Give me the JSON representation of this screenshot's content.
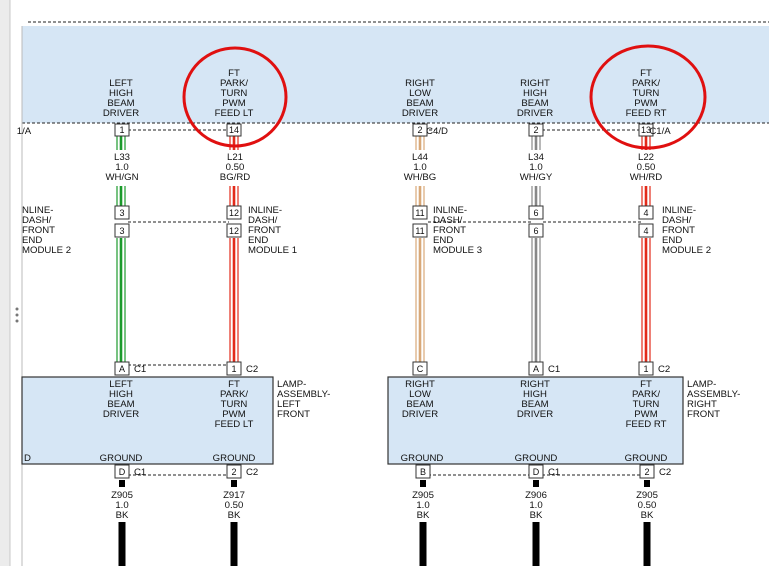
{
  "header_labels": {
    "left_high_beam_driver": [
      "LEFT",
      "HIGH",
      "BEAM",
      "DRIVER"
    ],
    "ft_park_turn_pwm_feed_lt": [
      "FT",
      "PARK/",
      "TURN",
      "PWM",
      "FEED LT"
    ],
    "right_low_beam_driver": [
      "RIGHT",
      "LOW",
      "BEAM",
      "DRIVER"
    ],
    "right_high_beam_driver": [
      "RIGHT",
      "HIGH",
      "BEAM",
      "DRIVER"
    ],
    "ft_park_turn_pwm_feed_rt": [
      "FT",
      "PARK/",
      "TURN",
      "PWM",
      "FEED RT"
    ]
  },
  "top_connectors": {
    "c1a_left": "1/A",
    "c4d": "C4/D",
    "c1a_right": "C1/A"
  },
  "top_pins": [
    "1",
    "14",
    "2",
    "2",
    "13"
  ],
  "wires_top": {
    "l33": [
      "L33",
      "1.0",
      "WH/GN"
    ],
    "l21": [
      "L21",
      "0.50",
      "BG/RD"
    ],
    "l44": [
      "L44",
      "1.0",
      "WH/BG"
    ],
    "l34": [
      "L34",
      "1.0",
      "WH/GY"
    ],
    "l22": [
      "L22",
      "0.50",
      "WH/RD"
    ]
  },
  "inline_pins": {
    "upper": [
      "3",
      "12",
      "11",
      "6",
      "4"
    ],
    "lower": [
      "3",
      "12",
      "11",
      "6",
      "4"
    ]
  },
  "inline_labels": {
    "left_cut": [
      "NLINE-",
      "DASH/",
      "FRONT",
      "END",
      "MODULE 2"
    ],
    "module1": [
      "INLINE-",
      "DASH/",
      "FRONT",
      "END",
      "MODULE 1"
    ],
    "module3": [
      "INLINE-",
      "DASH/",
      "FRONT",
      "END",
      "MODULE 3"
    ],
    "module2": [
      "INLINE-",
      "DASH/",
      "FRONT",
      "END",
      "MODULE 2"
    ]
  },
  "lamp_top_pins": [
    {
      "pin": "A",
      "conn": "C1"
    },
    {
      "pin": "1",
      "conn": "C2"
    },
    {
      "pin": "C",
      "conn": ""
    },
    {
      "pin": "A",
      "conn": "C1"
    },
    {
      "pin": "1",
      "conn": "C2"
    }
  ],
  "lamp_left": {
    "title": [
      "LAMP-",
      "ASSEMBLY-",
      "LEFT",
      "FRONT"
    ],
    "func1": [
      "LEFT",
      "HIGH",
      "BEAM",
      "DRIVER"
    ],
    "func2": [
      "FT",
      "PARK/",
      "TURN",
      "PWM",
      "FEED LT"
    ],
    "ground_cut": "D",
    "ground1": "GROUND",
    "ground2": "GROUND"
  },
  "lamp_right": {
    "title": [
      "LAMP-",
      "ASSEMBLY-",
      "RIGHT",
      "FRONT"
    ],
    "func1": [
      "RIGHT",
      "LOW",
      "BEAM",
      "DRIVER"
    ],
    "func2": [
      "RIGHT",
      "HIGH",
      "BEAM",
      "DRIVER"
    ],
    "func3": [
      "FT",
      "PARK/",
      "TURN",
      "PWM",
      "FEED RT"
    ],
    "ground1": "GROUND",
    "ground2": "GROUND",
    "ground3": "GROUND"
  },
  "lamp_bottom_pins": [
    {
      "pin": "D",
      "conn": "C1"
    },
    {
      "pin": "2",
      "conn": "C2"
    },
    {
      "pin": "B",
      "conn": ""
    },
    {
      "pin": "D",
      "conn": "C1"
    },
    {
      "pin": "2",
      "conn": "C2"
    }
  ],
  "wires_bottom": {
    "z905_a": [
      "Z905",
      "1.0",
      "BK"
    ],
    "z917": [
      "Z917",
      "0.50",
      "BK"
    ],
    "z905_b": [
      "Z905",
      "1.0",
      "BK"
    ],
    "z906": [
      "Z906",
      "1.0",
      "BK"
    ],
    "z905_c": [
      "Z905",
      "0.50",
      "BK"
    ]
  },
  "colors": {
    "background_band": "#d6e6f5",
    "highlight_circle": "#e01010",
    "wire_green": "#1a9a2a",
    "wire_red": "#e32b1a",
    "wire_tan": "#d8a878",
    "wire_gray": "#888888",
    "wire_black": "#000000"
  },
  "icons": {
    "splitter_handle": "vertical-dots-icon"
  }
}
